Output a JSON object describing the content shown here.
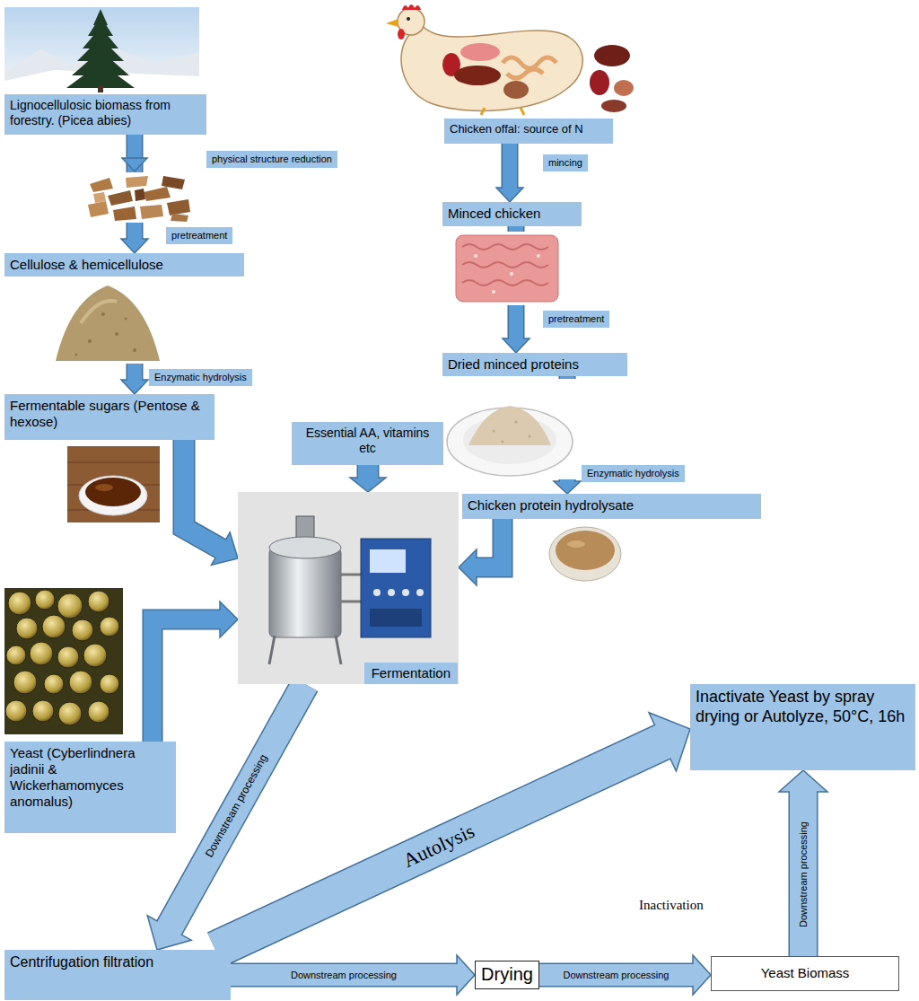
{
  "diagram": {
    "nodes": [
      {
        "text": [
          "Lignocellulosic biomass from forestry. (Picea abies)"
        ]
      },
      {
        "text": [
          "Chicken offal: source of N"
        ]
      },
      {
        "text": [
          "Cellulose & hemicellulose"
        ]
      },
      {
        "text": [
          "Minced chicken"
        ]
      },
      {
        "text": [
          "Dried minced proteins"
        ]
      },
      {
        "text": [
          "Fermentable sugars (Pentose & hexose)"
        ]
      },
      {
        "text": [
          "Essential AA, vitamins etc"
        ]
      },
      {
        "text": [
          "Chicken protein hydrolysate"
        ]
      },
      {
        "text": [
          "Fermentation"
        ]
      },
      {
        "text": [
          "Yeast (Cyberlindnera jadinii & Wickerhamomyces anomalus)"
        ]
      },
      {
        "text": [
          "Inactivate Yeast by spray drying or Autolyze, 50°C, 16h"
        ]
      },
      {
        "text": [
          "Centrifugation filtration"
        ]
      },
      {
        "text": [
          "Drying"
        ]
      },
      {
        "text": [
          "Yeast Biomass"
        ]
      }
    ],
    "edges": [
      {
        "from": 0,
        "to": 2,
        "arrow": "to"
      },
      {
        "from": 2,
        "to": 5,
        "arrow": "to"
      },
      {
        "from": 1,
        "to": 3,
        "arrow": "to"
      },
      {
        "from": 3,
        "to": 4,
        "arrow": "to"
      },
      {
        "from": 4,
        "to": 7,
        "arrow": "to"
      },
      {
        "from": 5,
        "to": 8,
        "arrow": "to"
      },
      {
        "from": 6,
        "to": 8,
        "arrow": "to"
      },
      {
        "from": 7,
        "to": 8,
        "arrow": "to"
      },
      {
        "from": 9,
        "to": 8,
        "arrow": "to"
      },
      {
        "from": 8,
        "to": 11,
        "arrow": "to",
        "label": "Downstream processing"
      },
      {
        "from": 11,
        "to": 10,
        "arrow": "to",
        "label": "Autolysis"
      },
      {
        "from": 11,
        "to": 12,
        "arrow": "to",
        "label": "Downstream processing"
      },
      {
        "from": 12,
        "to": 13,
        "arrow": "to",
        "label": "Downstream processing"
      },
      {
        "from": 13,
        "to": 10,
        "arrow": "to",
        "label": "Downstream processing"
      }
    ],
    "labels": [
      "physical structure reduction",
      "pretreatment",
      "Enzymatic hydrolysis",
      "mincing",
      "pretreatment",
      "Enzymatic hydrolysis",
      "Inactivation"
    ]
  }
}
